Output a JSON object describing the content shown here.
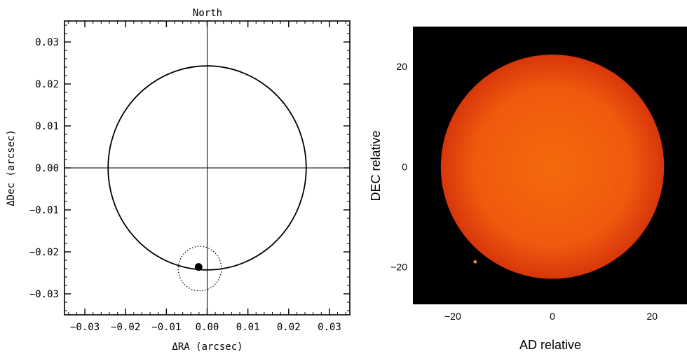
{
  "chart_data": [
    {
      "type": "scatter",
      "title": "North",
      "xlabel": "ΔRA (arcsec)",
      "ylabel": "ΔDec (arcsec)",
      "xlim": [
        -0.035,
        0.035
      ],
      "ylim": [
        -0.035,
        0.035
      ],
      "xticks": [
        -0.03,
        -0.02,
        -0.01,
        0.0,
        0.01,
        0.02,
        0.03
      ],
      "yticks": [
        -0.03,
        -0.02,
        -0.01,
        0.0,
        0.01,
        0.02,
        0.03
      ],
      "xtick_labels": [
        "−0.03",
        "−0.02",
        "−0.01",
        "0.00",
        "0.01",
        "0.02",
        "0.03"
      ],
      "ytick_labels": [
        "−0.03",
        "−0.02",
        "−0.01",
        "0.00",
        "0.01",
        "0.02",
        "0.03"
      ],
      "crosshair": {
        "x": 0.0,
        "y": 0.0
      },
      "circles": [
        {
          "cx": 0.0,
          "cy": 0.0,
          "r": 0.0243,
          "style": "solid"
        },
        {
          "cx": -0.0018,
          "cy": -0.024,
          "r": 0.0053,
          "style": "dotted"
        }
      ],
      "points": [
        {
          "x": -0.0021,
          "y": -0.0236
        }
      ],
      "grid": false,
      "legend": "none"
    },
    {
      "type": "heatmap",
      "xlabel": "AD relative",
      "ylabel": "DEC relative",
      "xlim": [
        -28,
        27
      ],
      "ylim": [
        -27.5,
        28
      ],
      "xticks": [
        -20,
        0,
        20
      ],
      "yticks": [
        -20,
        0,
        20
      ],
      "xtick_labels": [
        "−20",
        "0",
        "20"
      ],
      "ytick_labels": [
        "−20",
        "0",
        "20"
      ],
      "disk": {
        "cx": 0,
        "cy": 0,
        "r": 22.4
      },
      "companion": {
        "x": -15.5,
        "y": -19.0
      },
      "colors": {
        "background": "#000000",
        "disk_center": "#f46a0c",
        "disk_mid": "#ef5a0e",
        "disk_edge": "#d8360a",
        "companion": "#ffb060"
      },
      "grid": false,
      "legend": "none"
    }
  ]
}
